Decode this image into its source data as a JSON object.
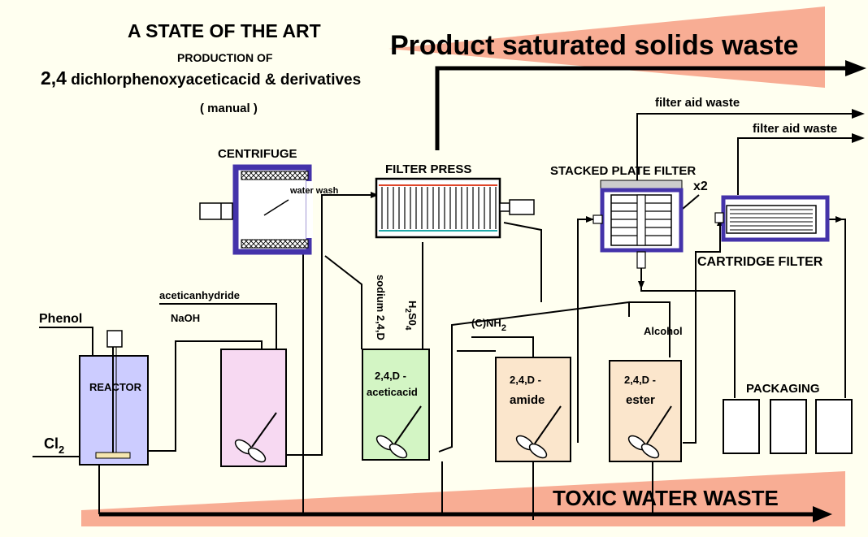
{
  "title": {
    "line1": "A STATE OF THE ART",
    "line2": "PRODUCTION  OF",
    "line3_num": "2,4",
    "line3_rest": " dichlorphenoxyaceticacid & derivatives",
    "line4": "( manual )"
  },
  "banners": {
    "solids_waste": "Product saturated solids waste",
    "toxic_water": "TOXIC WATER WASTE"
  },
  "waste_outputs": {
    "filter_aid_1": "filter aid waste",
    "filter_aid_2": "filter aid waste"
  },
  "equipment": {
    "centrifuge": "CENTRIFUGE",
    "water_wash": "water wash",
    "filter_press": "FILTER PRESS",
    "stacked_plate_filter": "STACKED PLATE FILTER",
    "multiplier": "x2",
    "cartridge_filter": "CARTRIDGE FILTER",
    "reactor": "REACTOR",
    "packaging": "PACKAGING"
  },
  "inputs": {
    "phenol": "Phenol",
    "cl": "Cl",
    "cl_sub": "2",
    "aceticanhydride": "aceticanhydride",
    "naoh": "NaOH",
    "sodium": "sodium 2,4,D",
    "h2so4_h": "H",
    "h2so4_sub2": "2",
    "h2so4_so": "S0",
    "h2so4_sub4": "4",
    "cnh2": "(C)NH",
    "cnh2_sub": "2",
    "alcohol": "Alcohol"
  },
  "vessels": {
    "acid_l1": "2,4,D -",
    "acid_l2": "aceticacid",
    "amide_l1": "2,4,D -",
    "amide_l2": "amide",
    "ester_l1": "2,4,D -",
    "ester_l2": "ester"
  },
  "colors": {
    "background": "#fffff0",
    "waste_wedge": "#f7a48a",
    "reactor_fill": "#ccccff",
    "mix_tank_fill": "#f7d9f2",
    "acid_tank_fill": "#d3f5c4",
    "amide_ester_fill": "#fbe6cc",
    "equipment_frame": "#4433aa"
  }
}
